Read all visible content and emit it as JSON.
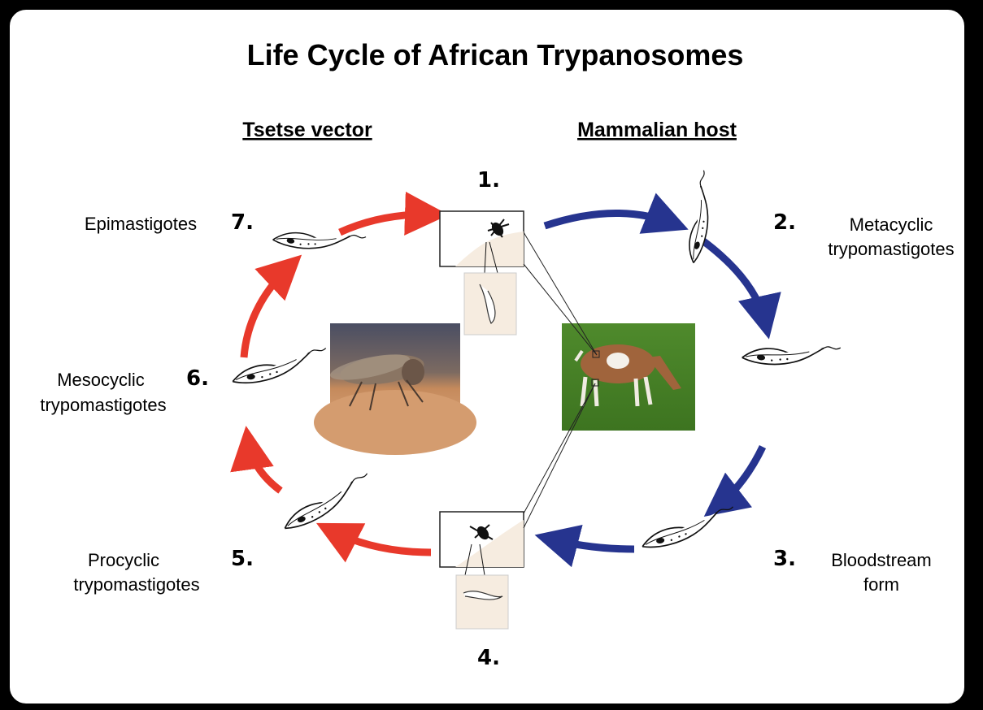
{
  "title": "Life Cycle of African Trypanosomes",
  "headings": {
    "vector": "Tsetse vector",
    "host": "Mammalian host"
  },
  "stages": {
    "s1": {
      "number": "1."
    },
    "s2": {
      "number": "2.",
      "line1": "Metacyclic",
      "line2": "trypomastigotes"
    },
    "s3": {
      "number": "3.",
      "line1": "Bloodstream",
      "line2": "form"
    },
    "s4": {
      "number": "4."
    },
    "s5": {
      "number": "5.",
      "line1": "Procyclic",
      "line2": "trypomastigotes"
    },
    "s6": {
      "number": "6.",
      "line1": "Mesocyclic",
      "line2": "trypomastigotes"
    },
    "s7": {
      "number": "7.",
      "line1": "Epimastigotes"
    }
  },
  "colors": {
    "vector_arrow": "#e8392b",
    "host_arrow": "#26348f",
    "inset_skin": "#f6ece0"
  },
  "icons": {
    "tsetse_photo": "tsetse-fly-photo",
    "goat_photo": "goat-photo",
    "parasite": "trypanosome-icon",
    "bite": "fly-bite-inset-icon"
  }
}
